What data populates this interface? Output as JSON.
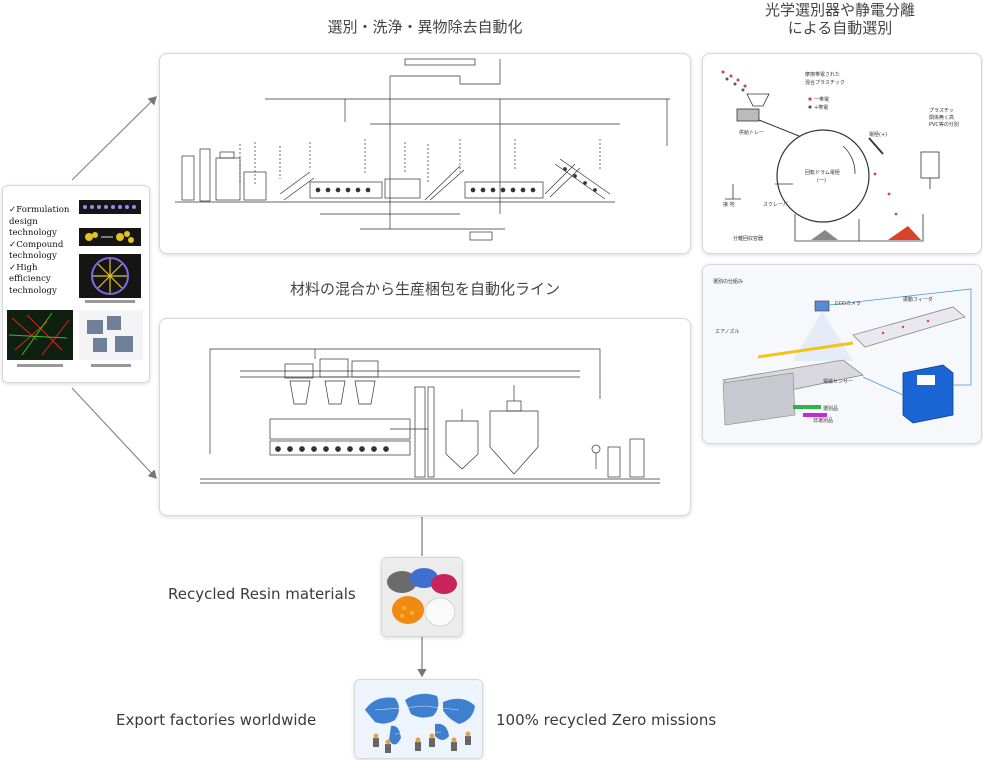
{
  "titles": {
    "washing_line": "選別・洗浄・異物除去自動化",
    "sorting": [
      "光学選別器や静電分離",
      "による自動選別"
    ],
    "mixing_line": "材料の混合から生産梱包を自動化ライン"
  },
  "left_card": {
    "items": [
      "✓Formulation",
      "design",
      "technology",
      "✓Compound",
      "technology",
      "✓High",
      "efficiency",
      "technology"
    ]
  },
  "electrostatic": {
    "label_mix": [
      "摩擦帯電された",
      "混合プラスチック"
    ],
    "label_minus": "一帯電",
    "label_plus": "+帯電",
    "label_tray": "供給トレー",
    "label_plastic": [
      "プラスチッ",
      "関係無く高",
      "PVC等の分別"
    ],
    "label_electrode": "電極(+)",
    "label_drum": [
      "回転ドラム電極",
      "(一)"
    ],
    "label_ground": "接 地",
    "label_scraper": "スクレーパ",
    "label_bin": "分離回収容器"
  },
  "optical": {
    "header": "選別の仕組み",
    "label_camera": "CCDカメラ",
    "label_feeder": "振動フィーダ",
    "label_nozzle": "エアノズル",
    "label_sensor": "電磁センサー",
    "label_selected": "選別品",
    "label_rejected": "非選別品"
  },
  "flow": {
    "resin_label": "Recycled Resin materials",
    "export_label": "Export  factories  worldwide",
    "zero_label": "100% recycled Zero missions"
  }
}
